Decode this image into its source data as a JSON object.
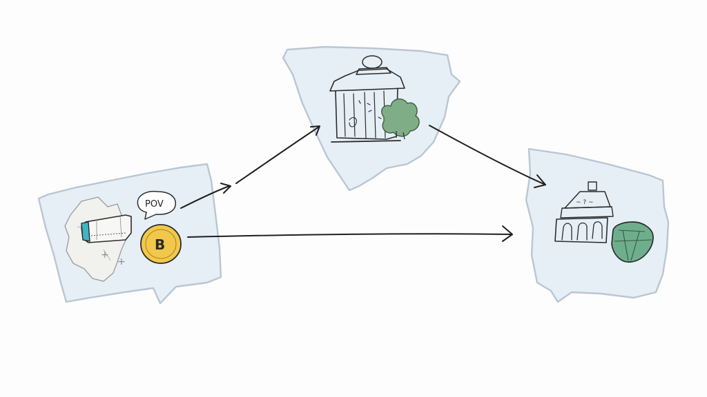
{
  "colors": {
    "background": "#fdfdfd",
    "panel": "#e6eef6",
    "panel_edge": "#b9c6d3",
    "ink": "#2a2a2a",
    "coin": "#f2c84b",
    "shrub": "#7fae86",
    "bank_gold": "#ecc96a",
    "gem": "#6fae8c",
    "device_accent": "#3fb7c3"
  },
  "source_panel": {
    "speech_bubble": "POV",
    "coin_symbol": "B",
    "icons": [
      "map-icon",
      "vr-headset-icon",
      "bitcoin-coin-icon"
    ]
  },
  "middle_panel": {
    "icons": [
      "bank-building-icon",
      "shrub-icon"
    ]
  },
  "target_panel": {
    "icons": [
      "gold-building-icon",
      "gemstone-icon"
    ]
  },
  "arrows": [
    {
      "from": "source_panel",
      "to": "middle_panel"
    },
    {
      "from": "middle_panel",
      "to": "target_panel"
    },
    {
      "from": "source_panel",
      "to": "target_panel"
    }
  ]
}
